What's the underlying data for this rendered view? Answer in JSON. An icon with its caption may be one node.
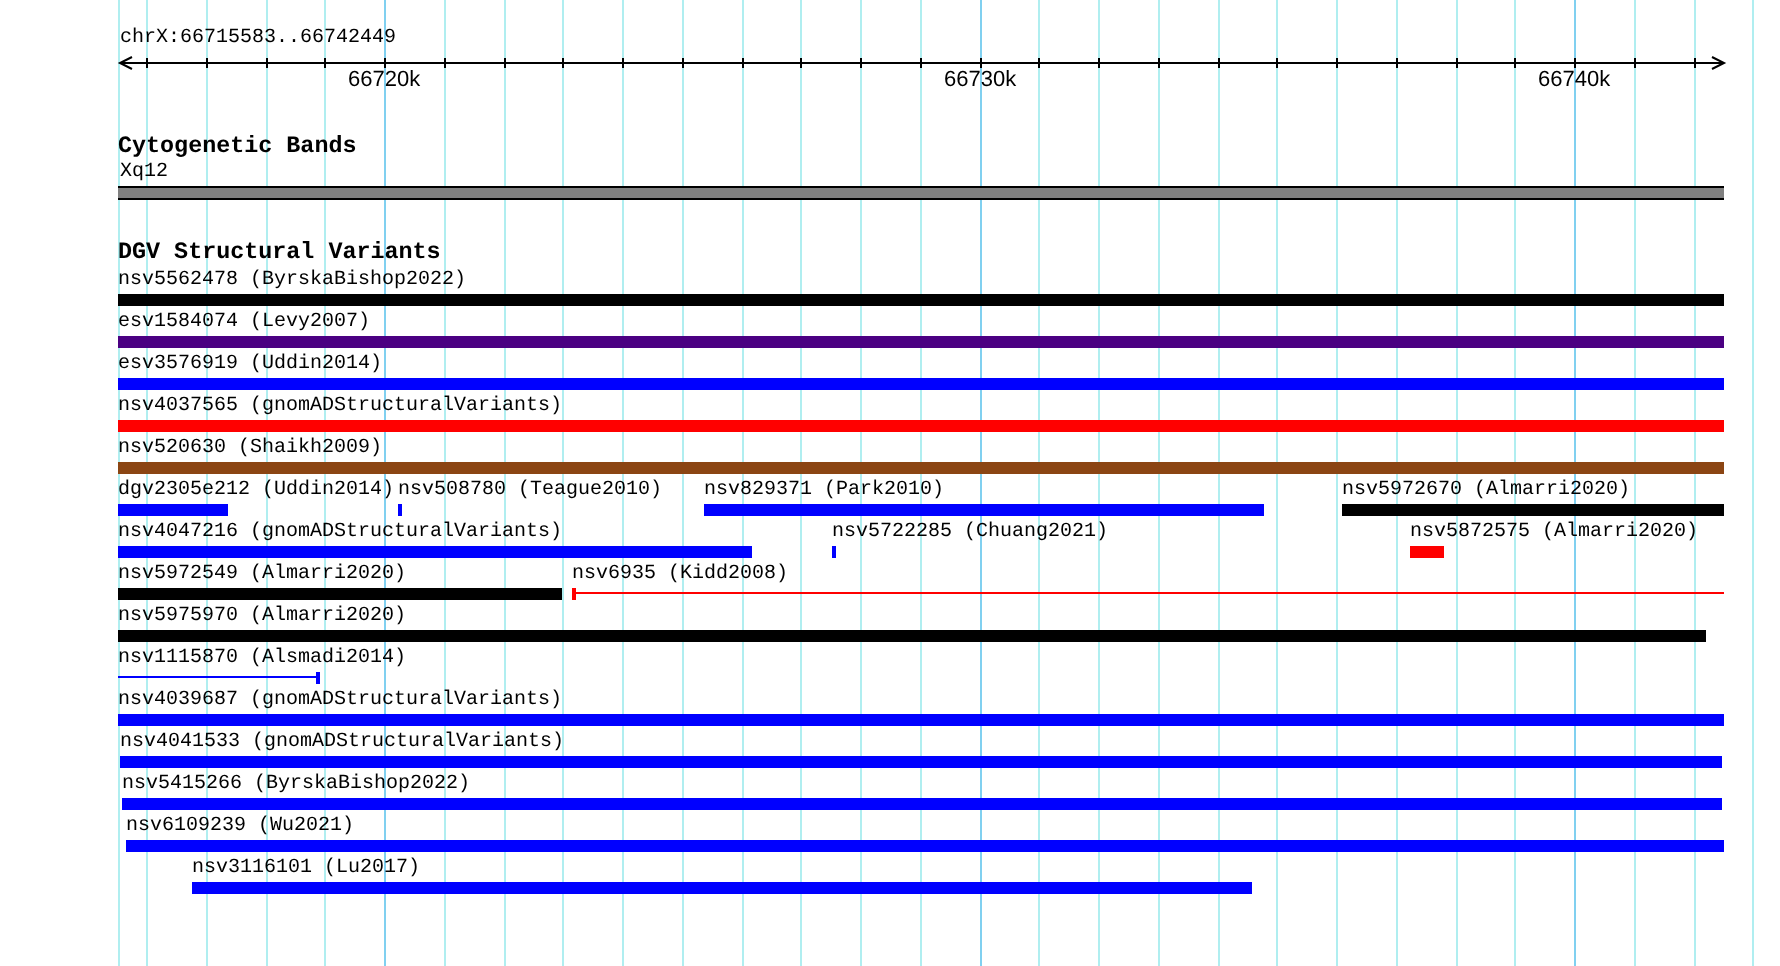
{
  "diagram": {
    "title": "chrX:66715583..66742449",
    "nodes": [
      {
        "text": [
          "Xq12"
        ]
      },
      {
        "text": [
          "nsv5562478 (ByrskaBishop2022)"
        ]
      },
      {
        "text": [
          "esv1584074 (Levy2007)"
        ]
      },
      {
        "text": [
          "esv3576919 (Uddin2014)"
        ]
      },
      {
        "text": [
          "nsv4037565 (gnomADStructuralVariants)"
        ]
      },
      {
        "text": [
          "nsv520630 (Shaikh2009)"
        ]
      },
      {
        "text": [
          "dgv2305e212 (Uddin2014)"
        ]
      },
      {
        "text": [
          "nsv508780 (Teague2010)"
        ]
      },
      {
        "text": [
          "nsv829371 (Park2010)"
        ]
      },
      {
        "text": [
          "nsv5972670 (Almarri2020)"
        ]
      },
      {
        "text": [
          "nsv4047216 (gnomADStructuralVariants)"
        ]
      },
      {
        "text": [
          "nsv5722285 (Chuang2021)"
        ]
      },
      {
        "text": [
          "nsv5872575 (Almarri2020)"
        ]
      },
      {
        "text": [
          "nsv5972549 (Almarri2020)"
        ]
      },
      {
        "text": [
          "nsv6935 (Kidd2008)"
        ]
      },
      {
        "text": [
          "nsv5975970 (Almarri2020)"
        ]
      },
      {
        "text": [
          "nsv1115870 (Alsmadi2014)"
        ]
      },
      {
        "text": [
          "nsv4039687 (gnomADStructuralVariants)"
        ]
      },
      {
        "text": [
          "nsv4041533 (gnomADStructuralVariants)"
        ]
      },
      {
        "text": [
          "nsv5415266 (ByrskaBishop2022)"
        ]
      },
      {
        "text": [
          "nsv6109239 (Wu2021)"
        ]
      },
      {
        "text": [
          "nsv3116101 (Lu2017)"
        ]
      }
    ],
    "labels": [
      "66720k",
      "66730k",
      "66740k",
      "Cytogenetic Bands",
      "DGV Structural Variants"
    ]
  }
}
